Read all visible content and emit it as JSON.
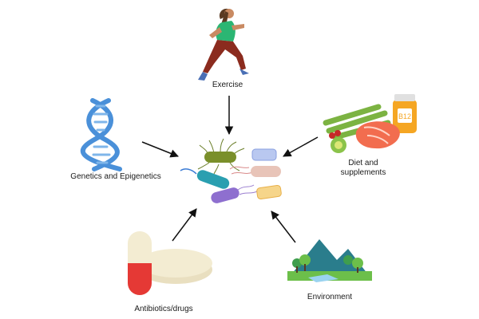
{
  "labels": {
    "exercise": "Exercise",
    "genetics": "Genetics and Epigenetics",
    "diet_line1": "Diet and",
    "diet_line2": "supplements",
    "antibiotics": "Antibiotics/drugs",
    "environment": "Environment",
    "vitamin": "B12"
  },
  "colors": {
    "arrow": "#111111",
    "dna": "#4a90d9",
    "runner_shirt": "#2bb673",
    "runner_pants": "#8b2b1e",
    "capsule_red": "#e53935",
    "pill_cream": "#f3ecd2",
    "vitamin_bottle": "#f5a623",
    "salmon": "#f26d4f",
    "asparagus": "#7cb342",
    "mountain": "#2a7d8c",
    "grass": "#6cbf4a"
  },
  "icons": [
    "runner-icon",
    "dna-icon",
    "food-icon",
    "pill-icon",
    "landscape-icon",
    "microbiome-icon"
  ]
}
